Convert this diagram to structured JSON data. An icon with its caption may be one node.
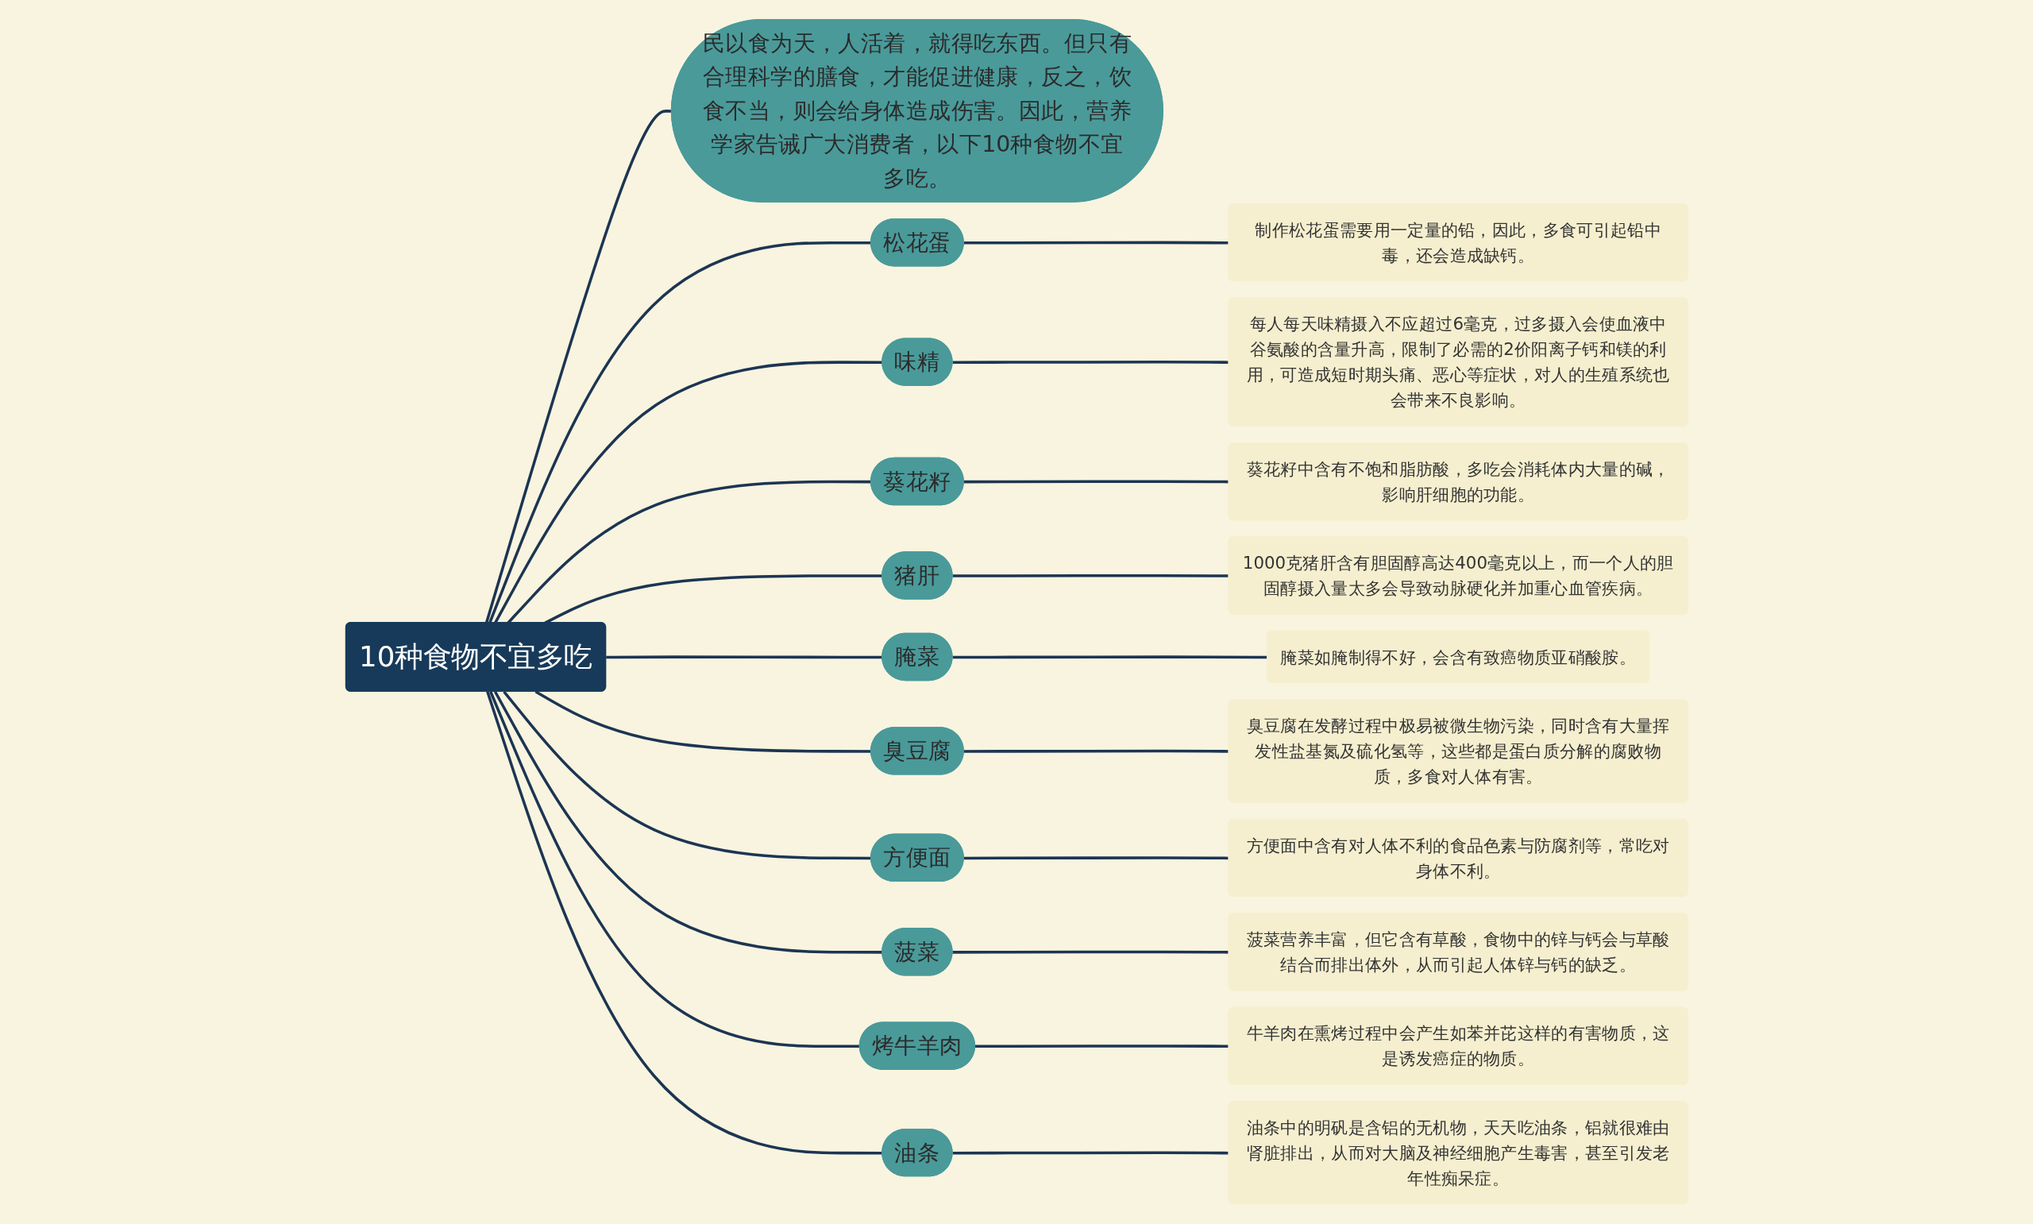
{
  "diagram": {
    "nodes": [
      {
        "text": [
          "10种食物不宜多吃"
        ]
      },
      {
        "text": [
          "民以食为天，人活着，就得吃东西。但只有合理科学的膳食，才能促进健康，反之，饮食不当，则会给身体造成伤害。因此，营养学家告诫广大消费者，以下10种食物不宜多吃。"
        ]
      },
      {
        "text": [
          "松花蛋"
        ]
      },
      {
        "text": [
          "制作松花蛋需要用一定量的铅，因此，多食可引起铅中毒，还会造成缺钙。"
        ]
      },
      {
        "text": [
          "味精"
        ]
      },
      {
        "text": [
          "每人每天味精摄入不应超过6毫克，过多摄入会使血液中谷氨酸的含量升高，限制了必需的2价阳离子钙和镁的利用，可造成短时期头痛、恶心等症状，对人的生殖系统也会带来不良影响。"
        ]
      },
      {
        "text": [
          "葵花籽"
        ]
      },
      {
        "text": [
          "葵花籽中含有不饱和脂肪酸，多吃会消耗体内大量的碱，影响肝细胞的功能。"
        ]
      },
      {
        "text": [
          "猪肝"
        ]
      },
      {
        "text": [
          "1000克猪肝含有胆固醇高达400毫克以上，而一个人的胆固醇摄入量太多会导致动脉硬化并加重心血管疾病。"
        ]
      },
      {
        "text": [
          "腌菜"
        ]
      },
      {
        "text": [
          "腌菜如腌制得不好，会含有致癌物质亚硝酸胺。"
        ]
      },
      {
        "text": [
          "臭豆腐"
        ]
      },
      {
        "text": [
          "臭豆腐在发酵过程中极易被微生物污染，同时含有大量挥发性盐基氮及硫化氢等，这些都是蛋白质分解的腐败物质，多食对人体有害。"
        ]
      },
      {
        "text": [
          "方便面"
        ]
      },
      {
        "text": [
          "方便面中含有对人体不利的食品色素与防腐剂等，常吃对身体不利。"
        ]
      },
      {
        "text": [
          "菠菜"
        ]
      },
      {
        "text": [
          "菠菜营养丰富，但它含有草酸，食物中的锌与钙会与草酸结合而排出体外，从而引起人体锌与钙的缺乏。"
        ]
      },
      {
        "text": [
          "烤牛羊肉"
        ]
      },
      {
        "text": [
          "牛羊肉在熏烤过程中会产生如苯并芘这样的有害物质，这是诱发癌症的物质。"
        ]
      },
      {
        "text": [
          "油条"
        ]
      },
      {
        "text": [
          "油条中的明矾是含铝的无机物，天天吃油条，铝就很难由肾脏排出，从而对大脑及神经细胞产生毒害，甚至引发老年性痴呆症。"
        ]
      }
    ],
    "edges": [
      {
        "from": 0,
        "to": 1,
        "arrow": "none"
      },
      {
        "from": 0,
        "to": 2,
        "arrow": "none"
      },
      {
        "from": 2,
        "to": 3,
        "arrow": "none"
      },
      {
        "from": 0,
        "to": 4,
        "arrow": "none"
      },
      {
        "from": 4,
        "to": 5,
        "arrow": "none"
      },
      {
        "from": 0,
        "to": 6,
        "arrow": "none"
      },
      {
        "from": 6,
        "to": 7,
        "arrow": "none"
      },
      {
        "from": 0,
        "to": 8,
        "arrow": "none"
      },
      {
        "from": 8,
        "to": 9,
        "arrow": "none"
      },
      {
        "from": 0,
        "to": 10,
        "arrow": "none"
      },
      {
        "from": 10,
        "to": 11,
        "arrow": "none"
      },
      {
        "from": 0,
        "to": 12,
        "arrow": "none"
      },
      {
        "from": 12,
        "to": 13,
        "arrow": "none"
      },
      {
        "from": 0,
        "to": 14,
        "arrow": "none"
      },
      {
        "from": 14,
        "to": 15,
        "arrow": "none"
      },
      {
        "from": 0,
        "to": 16,
        "arrow": "none"
      },
      {
        "from": 16,
        "to": 17,
        "arrow": "none"
      },
      {
        "from": 0,
        "to": 18,
        "arrow": "none"
      },
      {
        "from": 18,
        "to": 19,
        "arrow": "none"
      },
      {
        "from": 0,
        "to": 20,
        "arrow": "none"
      },
      {
        "from": 20,
        "to": 21,
        "arrow": "none"
      }
    ]
  }
}
